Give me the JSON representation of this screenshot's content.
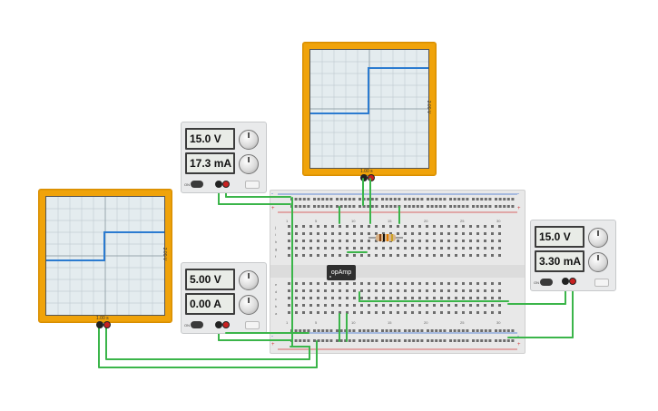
{
  "scopes": {
    "top": {
      "time_div": "1.00 s",
      "volt_div": "2.00 V"
    },
    "left": {
      "time_div": "1.00 s",
      "volt_div": "2.00 V"
    }
  },
  "psu_top_left": {
    "voltage": "15.0 V",
    "current": "17.3 mA",
    "switch": "ON"
  },
  "psu_bottom_left": {
    "voltage": "5.00 V",
    "current": "0.00 A",
    "switch": "ON"
  },
  "psu_right": {
    "voltage": "15.0 V",
    "current": "3.30 mA",
    "switch": "ON"
  },
  "breadboard": {
    "column_numbers": [
      "1",
      "5",
      "10",
      "15",
      "20",
      "25",
      "30"
    ],
    "row_letters_top": [
      "j",
      "i",
      "h",
      "g",
      "f"
    ],
    "row_letters_bottom": [
      "e",
      "d",
      "c",
      "b",
      "a"
    ],
    "rail_minus": "-",
    "rail_plus": "+"
  },
  "chip": {
    "label": "opAmp"
  },
  "colors": {
    "scope_frame": "#f0a30a",
    "trace": "#2b7bd0",
    "wire": "#3bb54a",
    "terminal_positive": "#c82121",
    "terminal_negative": "#222222"
  }
}
